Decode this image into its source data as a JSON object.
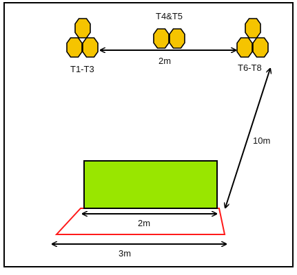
{
  "diagram": {
    "labels": {
      "group_left": "T1-T3",
      "group_middle": "T4&T5",
      "group_right": "T6-T8",
      "distance_top": "2m",
      "distance_diagonal": "10m",
      "distance_field_inner": "2m",
      "distance_field_outer": "3m"
    },
    "colors": {
      "frame": "#000000",
      "target_fill": "#f5c400",
      "target_stroke": "#000000",
      "field_fill": "#99e600",
      "field_stroke": "#000000",
      "trapezoid_stroke": "#ff0000",
      "arrow": "#000000"
    },
    "icons": {
      "target": "target-cone-icon"
    }
  }
}
